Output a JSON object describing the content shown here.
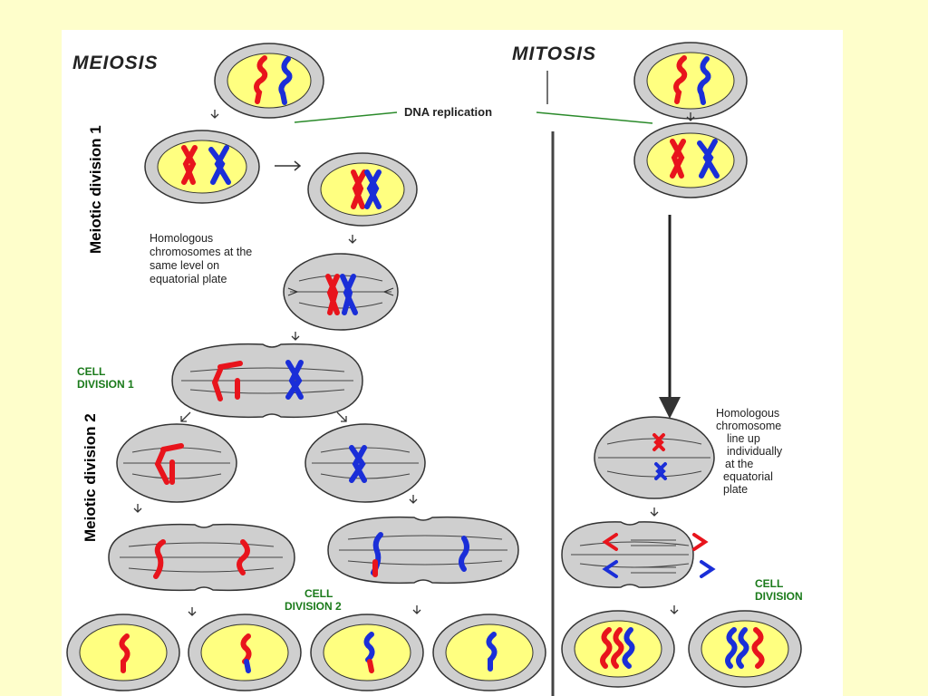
{
  "diagram": {
    "meiosis_title": "MEIOSIS",
    "mitosis_title": "MITOSIS",
    "dna_replication": "DNA replication",
    "meiotic_division_1": "Meiotic division 1",
    "meiotic_division_2": "Meiotic division 2",
    "homologous_meiosis": [
      "Homologous",
      "chromosomes at the",
      "same level on",
      "equatorial plate"
    ],
    "cell_division_1": [
      "CELL",
      "DIVISION 1"
    ],
    "cell_division_2": [
      "CELL",
      "DIVISION 2"
    ],
    "homologous_mitosis": [
      "Homologous",
      "chromosome",
      "line up",
      "individually",
      "at the",
      "equatorial",
      "plate"
    ],
    "cell_division": [
      "CELL",
      "DIVISION"
    ]
  },
  "colors": {
    "background": "#fefecb",
    "panel": "#ffffff",
    "cell_membrane": "#cfcfcf",
    "nucleus": "#ffff80",
    "maternal_chromosome": "#e8141c",
    "paternal_chromosome": "#1a2ed8",
    "label_green": "#1a7a1a",
    "connector_line": "#2a8a2a"
  }
}
